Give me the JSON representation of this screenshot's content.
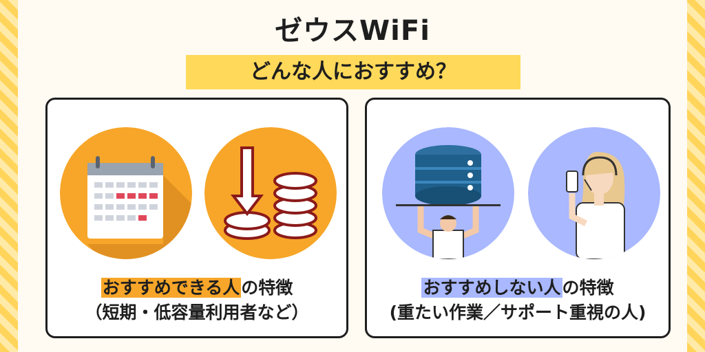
{
  "header": {
    "title": "ゼウスWiFi",
    "subtitle": "どんな人におすすめ？"
  },
  "recommended": {
    "highlight": "おすすめできる人",
    "suffix": "の特徴",
    "detail": "（短期・低容量利用者など）",
    "icons": [
      "calendar-icon",
      "coin-stack-down-icon"
    ]
  },
  "not_recommended": {
    "highlight": "おすすめしない人",
    "suffix": "の特徴",
    "detail": "(重たい作業／サポート重視の人)",
    "icons": [
      "heavy-server-person-icon",
      "support-operator-icon"
    ]
  },
  "colors": {
    "stripe": "#ffd45a",
    "accent_orange": "#f7a629",
    "accent_blue": "#a9b8ff",
    "subtitle_bg": "#ffd95a"
  }
}
